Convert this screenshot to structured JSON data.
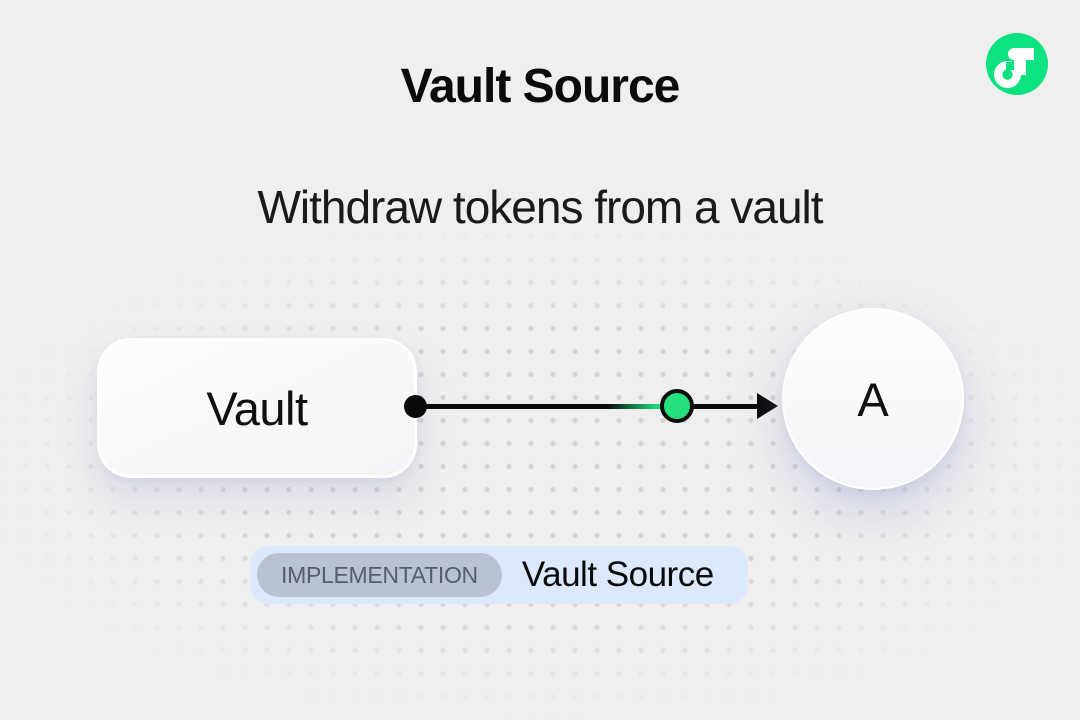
{
  "header": {
    "title": "Vault Source",
    "subtitle": "Withdraw tokens from a vault"
  },
  "diagram": {
    "source_node": {
      "label": "Vault"
    },
    "target_node": {
      "label": "A"
    },
    "edge": {
      "start_dot_color": "#0A0A0A",
      "token_color": "#26DF7D",
      "line_color": "#0A0A0A"
    }
  },
  "badge": {
    "tag": "IMPLEMENTATION",
    "label": "Vault Source",
    "bg": "#DCE8FB",
    "tag_bg": "#B8C2D0",
    "tag_text_color": "#575E68"
  },
  "colors": {
    "background": "#EFEFEF",
    "dots": "#D4D4D4",
    "accent_green": "#0DE280",
    "ink": "#0B0B0B"
  }
}
